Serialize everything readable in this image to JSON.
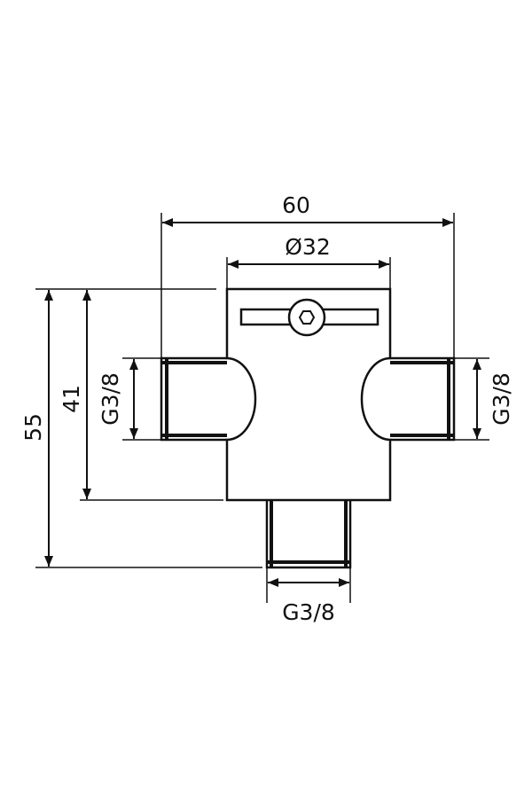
{
  "dimensions": {
    "total_width": "60",
    "body_diameter": "Ø32",
    "total_height": "55",
    "body_height": "41",
    "thread_left": "G3/8",
    "thread_right": "G3/8",
    "thread_bottom": "G3/8"
  },
  "colors": {
    "line": "#111111",
    "background": "#ffffff"
  }
}
